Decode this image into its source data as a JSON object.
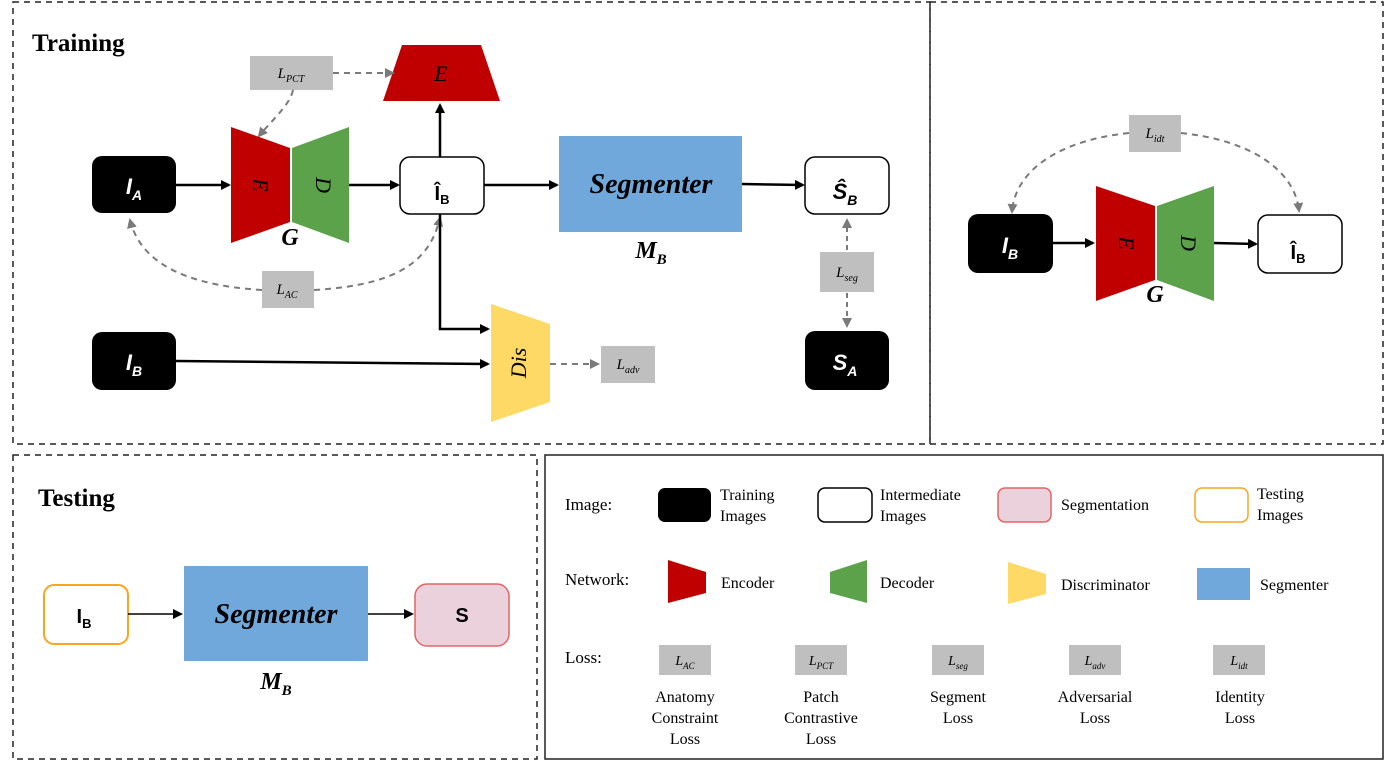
{
  "colors": {
    "encoder": "#c00000",
    "decoder": "#5ba24a",
    "discriminator": "#ffd966",
    "segmenter": "#70a8dc",
    "loss_box": "#bfbfbf",
    "segmentation_fill": "#ead1dc",
    "segmentation_border": "#e06666",
    "testing_border": "#f6a623",
    "training_image": "#000000"
  },
  "training": {
    "title": "Training",
    "encoder_top_label": "E",
    "gen_encoder_label": "E",
    "gen_decoder_label": "D",
    "generator_label": "G",
    "input_a": {
      "main": "I",
      "sub": "A"
    },
    "input_b": {
      "main": "I",
      "sub": "B"
    },
    "intermediate": {
      "main": "Î",
      "sub": "B"
    },
    "segmenter_label": "Segmenter",
    "model_label": {
      "main": "M",
      "sub": "B"
    },
    "pred": {
      "main": "Ŝ",
      "sub": "B"
    },
    "gt": {
      "main": "S",
      "sub": "A"
    },
    "disc_label": "Dis",
    "loss_pct": {
      "main": "L",
      "sub": "PCT"
    },
    "loss_ac": {
      "main": "L",
      "sub": "AC"
    },
    "loss_seg": {
      "main": "L",
      "sub": "seg"
    },
    "loss_adv": {
      "main": "L",
      "sub": "adv"
    }
  },
  "identity": {
    "loss_idt": {
      "main": "L",
      "sub": "idt"
    },
    "input": {
      "main": "I",
      "sub": "B"
    },
    "output": {
      "main": "Î",
      "sub": "B"
    },
    "encoder_label": "E",
    "decoder_label": "D",
    "generator_label": "G"
  },
  "testing": {
    "title": "Testing",
    "input": {
      "main": "I",
      "sub": "B"
    },
    "segmenter_label": "Segmenter",
    "model_label": {
      "main": "M",
      "sub": "B"
    },
    "output": "S"
  },
  "legend": {
    "image_row_label": "Image:",
    "network_row_label": "Network:",
    "loss_row_label": "Loss:",
    "image_items": [
      {
        "line1": "Training",
        "line2": "Images"
      },
      {
        "line1": "Intermediate",
        "line2": "Images"
      },
      {
        "line1": "Segmentation",
        "line2": ""
      },
      {
        "line1": "Testing",
        "line2": "Images"
      }
    ],
    "network_items": [
      "Encoder",
      "Decoder",
      "Discriminator",
      "Segmenter"
    ],
    "loss_items": [
      {
        "main": "L",
        "sub": "AC",
        "lines": [
          "Anatomy",
          "Constraint",
          "Loss"
        ]
      },
      {
        "main": "L",
        "sub": "PCT",
        "lines": [
          "Patch",
          "Contrastive",
          "Loss"
        ]
      },
      {
        "main": "L",
        "sub": "seg",
        "lines": [
          "Segment",
          "Loss"
        ]
      },
      {
        "main": "L",
        "sub": "adv",
        "lines": [
          "Adversarial",
          "Loss"
        ]
      },
      {
        "main": "L",
        "sub": "idt",
        "lines": [
          "Identity",
          "Loss"
        ]
      }
    ]
  }
}
